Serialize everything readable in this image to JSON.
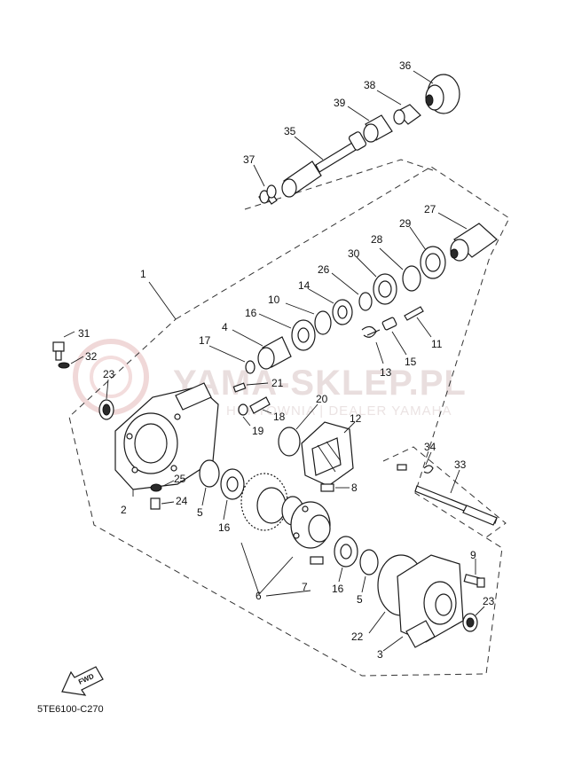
{
  "diagram": {
    "code": "5TE6100-C270",
    "fwd_label": "FWD",
    "watermark": {
      "main": "YAMA-SKLEP.PL",
      "sub": "HURTOWNIA | DEALER YAMAHA"
    },
    "callouts": [
      "1",
      "2",
      "3",
      "4",
      "5",
      "5",
      "6",
      "7",
      "8",
      "9",
      "10",
      "11",
      "12",
      "13",
      "14",
      "15",
      "16",
      "16",
      "16",
      "17",
      "18",
      "19",
      "20",
      "21",
      "22",
      "23",
      "23",
      "24",
      "25",
      "26",
      "27",
      "28",
      "29",
      "30",
      "31",
      "32",
      "33",
      "34",
      "35",
      "36",
      "37",
      "38",
      "39"
    ]
  }
}
